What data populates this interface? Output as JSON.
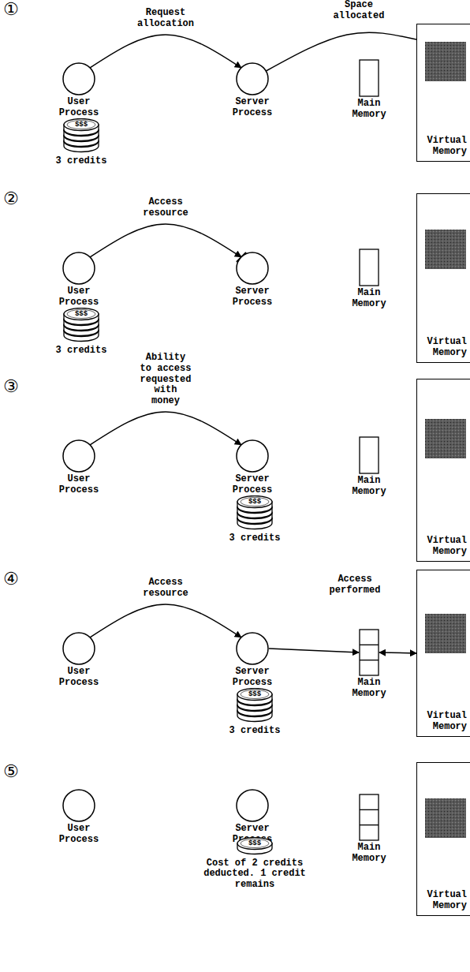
{
  "diagram": {
    "nodes": [
      {
        "text": [
          "User Process"
        ]
      },
      {
        "text": [
          "$$$",
          "3 credits"
        ]
      },
      {
        "text": [
          "Server Process"
        ]
      },
      {
        "text": [
          "Main Memory"
        ]
      },
      {
        "text": [
          "Virtual Memory"
        ]
      },
      {
        "text": [
          "User Process"
        ]
      },
      {
        "text": [
          "$$$",
          "3 credits"
        ]
      },
      {
        "text": [
          "Server Process"
        ]
      },
      {
        "text": [
          "Main Memory"
        ]
      },
      {
        "text": [
          "Virtual Memory"
        ]
      },
      {
        "text": [
          "User Process"
        ]
      },
      {
        "text": [
          "Server Process"
        ]
      },
      {
        "text": [
          "$$$",
          "3 credits"
        ]
      },
      {
        "text": [
          "Main Memory"
        ]
      },
      {
        "text": [
          "Virtual Memory"
        ]
      },
      {
        "text": [
          "User Process"
        ]
      },
      {
        "text": [
          "Server Process"
        ]
      },
      {
        "text": [
          "$$$",
          "3 credits"
        ]
      },
      {
        "text": [
          "Main Memory"
        ]
      },
      {
        "text": [
          "Virtual Memory"
        ]
      },
      {
        "text": [
          "User Process"
        ]
      },
      {
        "text": [
          "Server Process"
        ]
      },
      {
        "text": [
          "$$$",
          "Cost of 2 credits deducted. 1 credit remains"
        ]
      },
      {
        "text": [
          "Main Memory"
        ]
      },
      {
        "text": [
          "Virtual Memory"
        ]
      }
    ],
    "edges": [
      {
        "from": 0,
        "to": 2,
        "arrow": "to",
        "label": "Request allocation"
      },
      {
        "from": 2,
        "to": 4,
        "arrow": "none",
        "label": "Space allocated"
      },
      {
        "from": 5,
        "to": 7,
        "arrow": "to",
        "label": "Access resource"
      },
      {
        "from": 10,
        "to": 11,
        "arrow": "to",
        "label": "Ability to access requested with money"
      },
      {
        "from": 15,
        "to": 16,
        "arrow": "to",
        "label": "Access resource"
      },
      {
        "from": 16,
        "to": 18,
        "arrow": "to",
        "label": "Access performed"
      },
      {
        "from": 18,
        "to": 19,
        "arrow": "both"
      }
    ],
    "labels": [
      "①",
      "②",
      "③",
      "④",
      "⑤"
    ]
  }
}
